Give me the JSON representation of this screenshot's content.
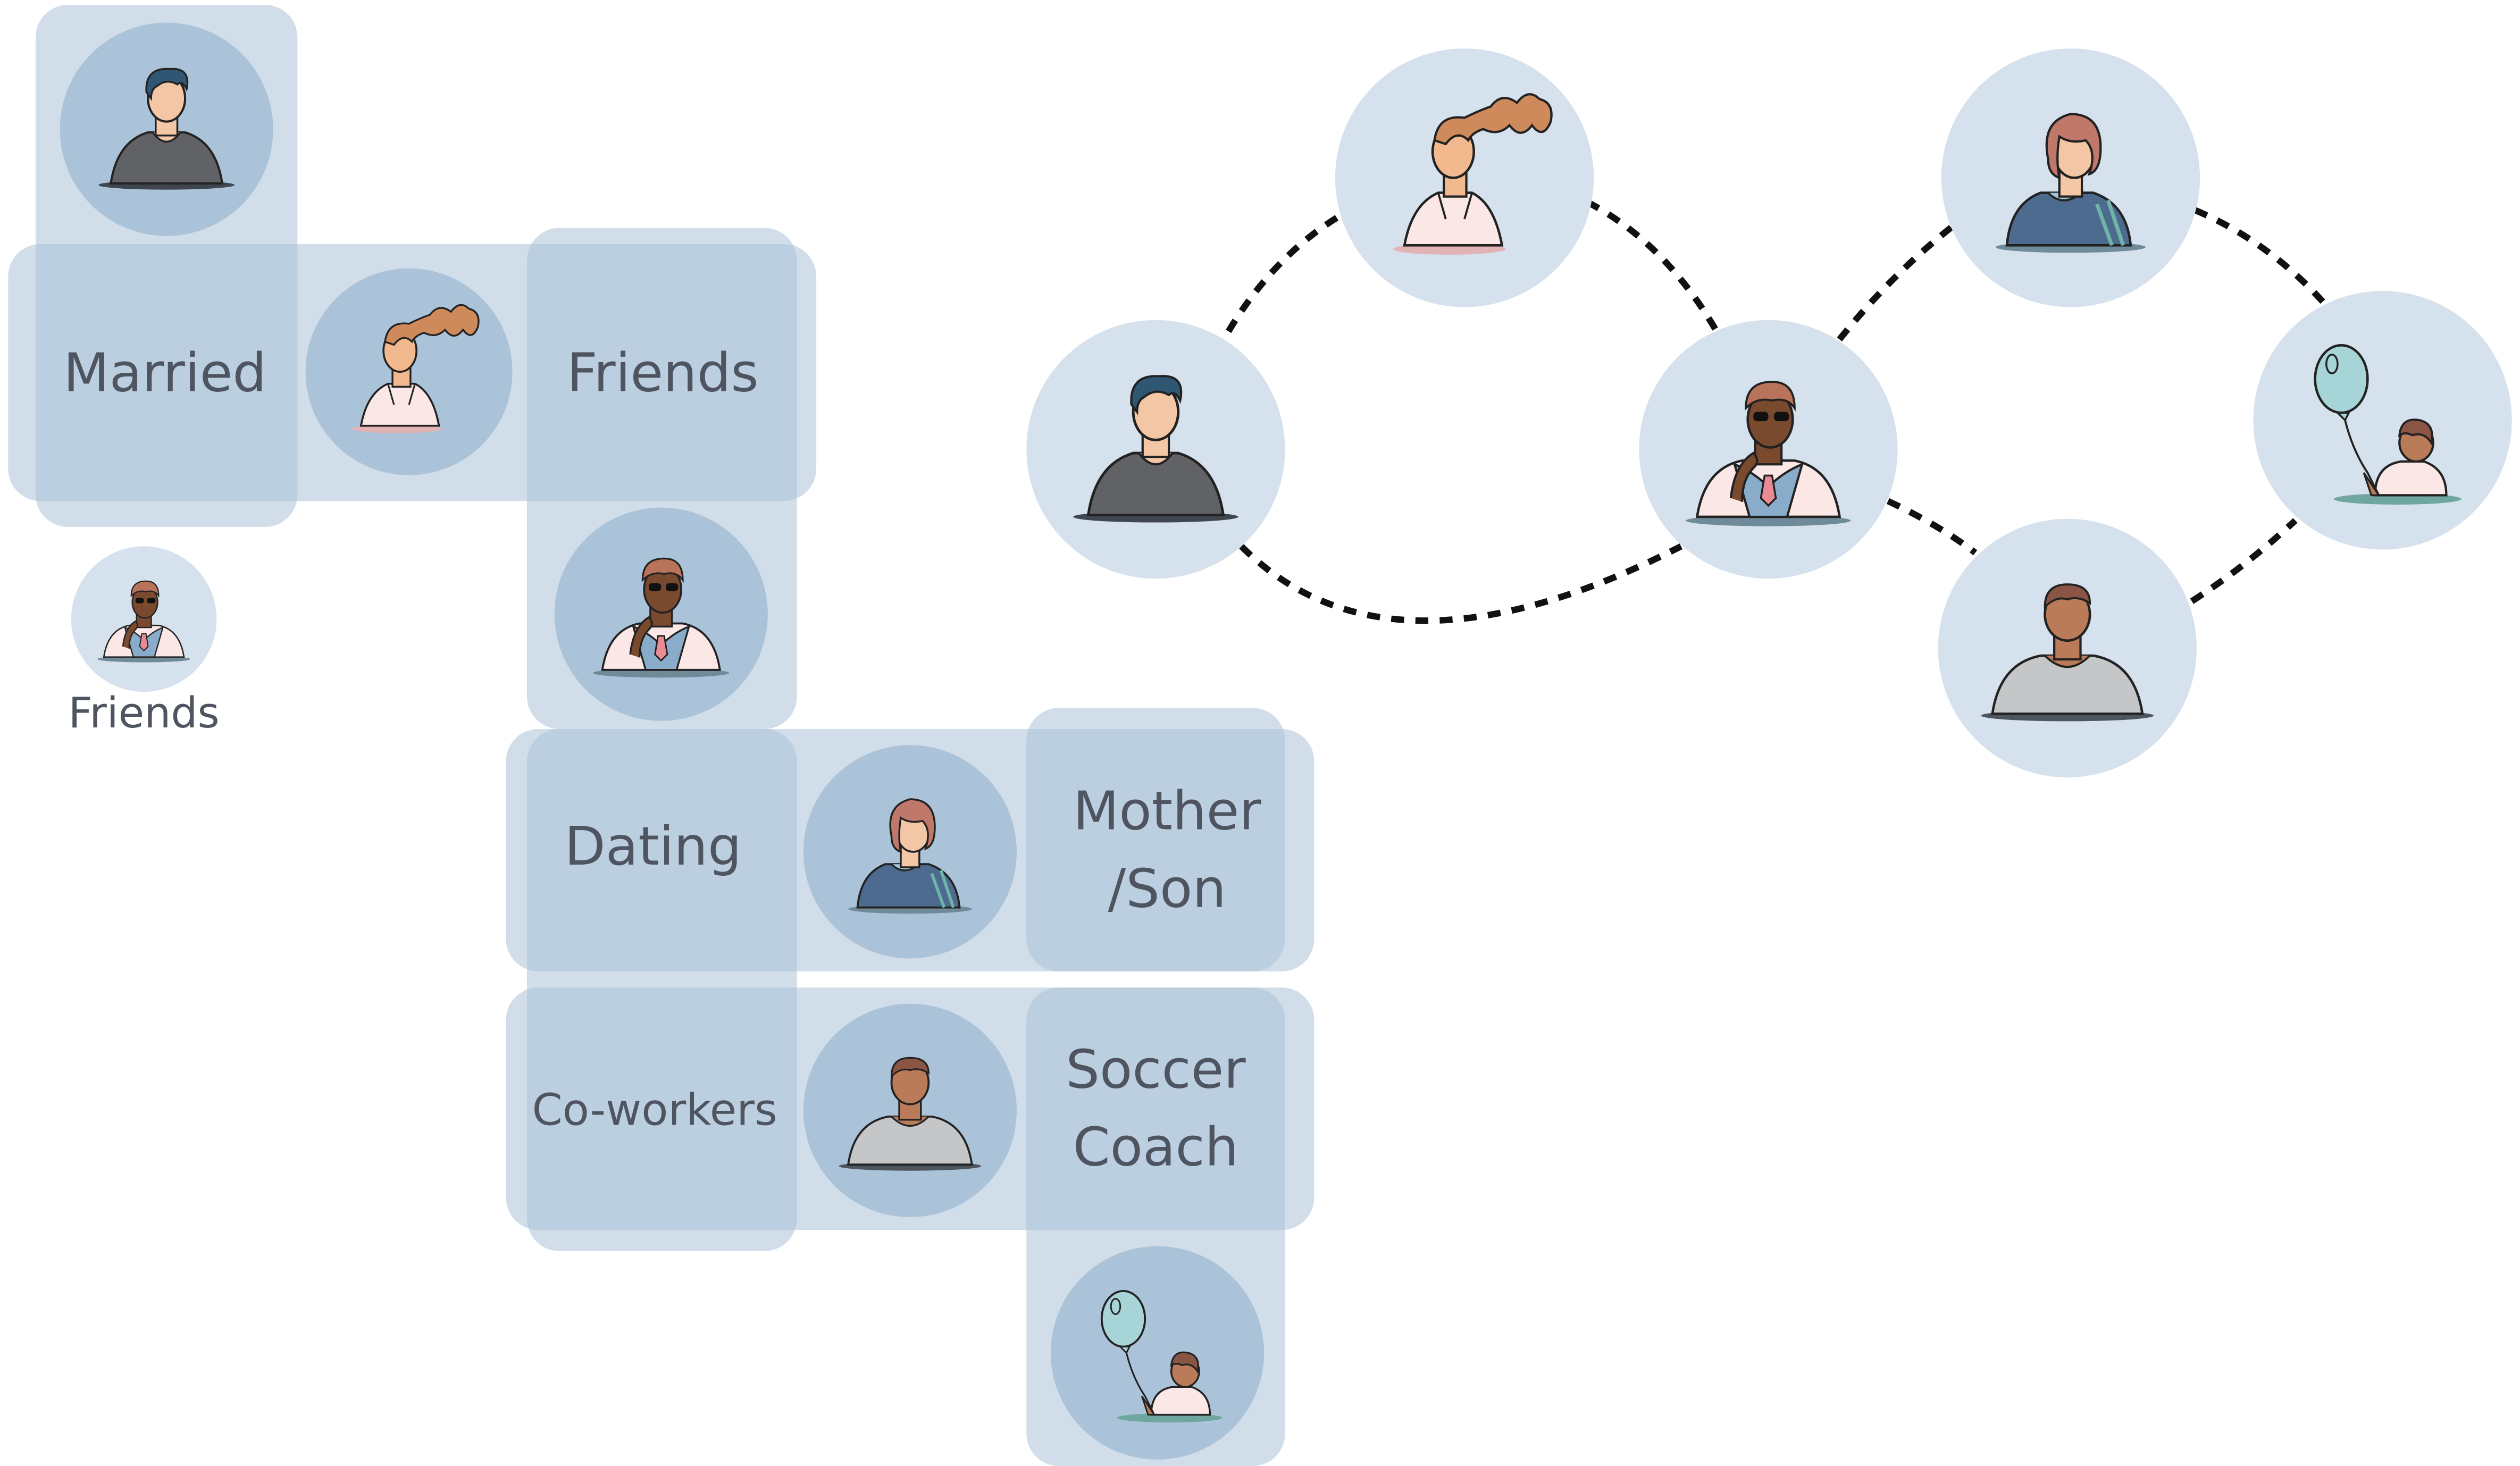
{
  "colors": {
    "background": "#ffffff",
    "tile": "#abc3d9",
    "tile_overlap": "#a2bbd3",
    "disc_light": "#d5e1ec",
    "text": "#4f5560",
    "dashed_line": "#111111"
  },
  "people": [
    {
      "id": "man-dark-shirt",
      "icon": "man-dark-shirt-icon"
    },
    {
      "id": "woman-ponytail",
      "icon": "woman-ponytail-icon"
    },
    {
      "id": "man-glasses-vest",
      "icon": "man-glasses-vest-icon"
    },
    {
      "id": "woman-bob",
      "icon": "woman-bob-icon"
    },
    {
      "id": "man-grey-shirt",
      "icon": "man-grey-shirt-icon"
    },
    {
      "id": "child-balloon",
      "icon": "child-balloon-icon"
    }
  ],
  "relationship_labels": {
    "married": "Married",
    "friends_tile": "Friends",
    "dating": "Dating",
    "mother_son_line1": "Mother",
    "mother_son_line2": "/Son",
    "coworkers": "Co-workers",
    "soccer_coach_line1": "Soccer",
    "soccer_coach_line2": "Coach"
  },
  "legend": {
    "label": "Friends",
    "icon": "man-glasses-vest-icon"
  },
  "network": {
    "edges": [
      [
        "man-dark-shirt",
        "woman-ponytail"
      ],
      [
        "woman-ponytail",
        "man-glasses-vest"
      ],
      [
        "man-dark-shirt",
        "man-glasses-vest"
      ],
      [
        "man-glasses-vest",
        "woman-bob"
      ],
      [
        "man-glasses-vest",
        "man-grey-shirt"
      ],
      [
        "woman-bob",
        "child-balloon"
      ],
      [
        "man-grey-shirt",
        "child-balloon"
      ]
    ]
  }
}
